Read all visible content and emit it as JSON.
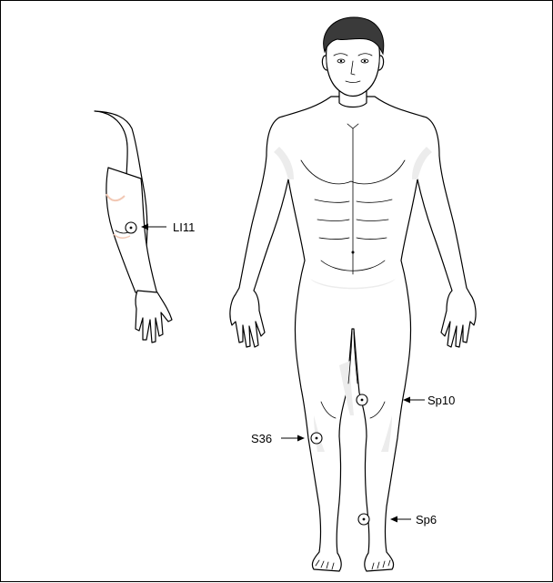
{
  "points": [
    {
      "id": "LI11",
      "label": "LI11",
      "arrow": "left"
    },
    {
      "id": "Sp10",
      "label": "Sp10",
      "arrow": "left"
    },
    {
      "id": "S36",
      "label": "S36",
      "arrow": "right"
    },
    {
      "id": "Sp6",
      "label": "Sp6",
      "arrow": "left"
    }
  ],
  "colors": {
    "outline": "#000000",
    "shading": "#ececec",
    "hair": "#3a3a3a",
    "elbow_highlight": "#f2c8b4"
  }
}
